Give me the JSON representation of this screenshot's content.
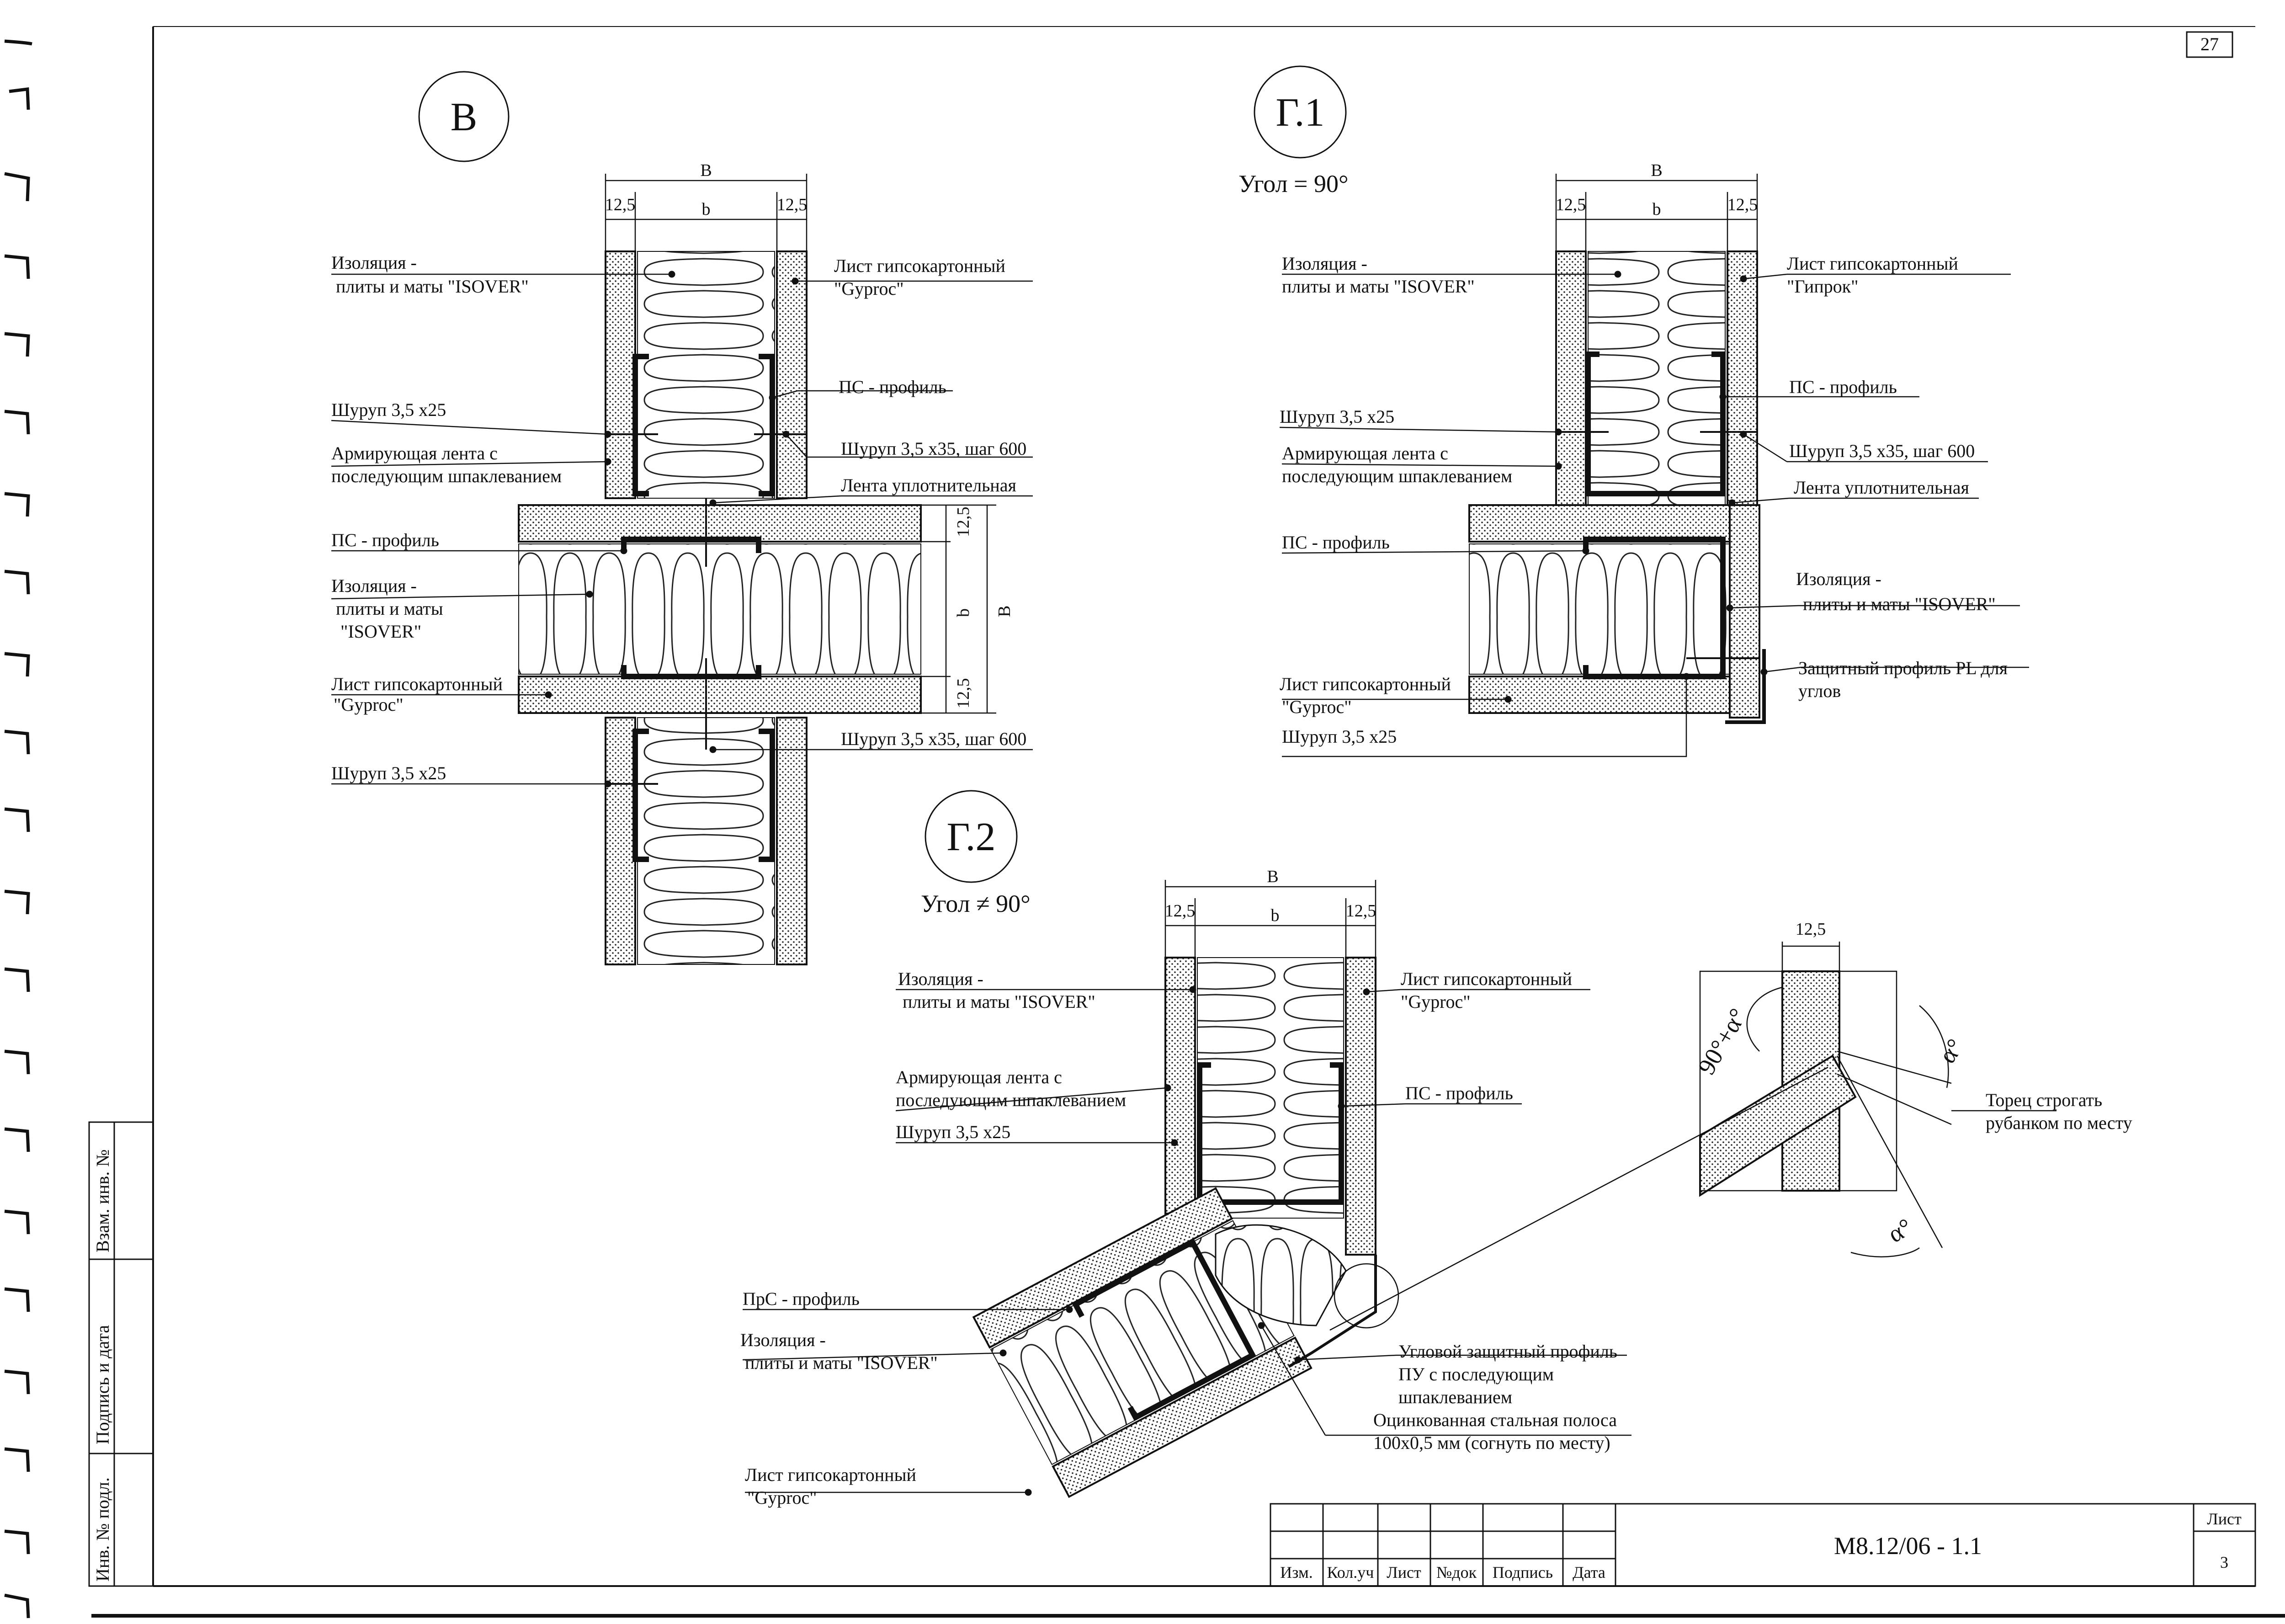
{
  "page_number": "27",
  "detail_b": {
    "mark": "В",
    "dims": {
      "total": "В",
      "left": "12,5",
      "middle": "b",
      "right": "12,5",
      "v_top": "12,5",
      "v_mid": "b",
      "v_total": "В",
      "v_bot": "12,5"
    },
    "labels": {
      "insulation_1": "Изоляция -",
      "insulation_2": "плиты и маты  \"ISOVER\"",
      "sheet_1": "Лист гипсокартонный",
      "sheet_2": "\"Gyproc\"",
      "screw_left": "Шуруп 3,5 х25",
      "tape_1": "Армирующая лента с",
      "tape_2": "последующим шпаклеванием",
      "ps_profile_right": "ПС - профиль",
      "screw_right": "Шуруп 3,5 х35, шаг 600",
      "seal_tape": "Лента уплотнительная",
      "ps_profile_left": "ПС - профиль",
      "ins_b_1": "Изоляция -",
      "ins_b_2": "плиты и маты",
      "ins_b_3": "\"ISOVER\"",
      "sheet_b_1": "Лист гипсокартонный",
      "sheet_b_2": "\"Gyproc\"",
      "screw_lower_right": "Шуруп 3,5 х35, шаг 600",
      "screw_lower_left": "Шуруп 3,5 х25"
    }
  },
  "detail_g1": {
    "mark": "Г.1",
    "angle": "Угол = 90°",
    "dims": {
      "total": "В",
      "left": "12,5",
      "middle": "b",
      "right": "12,5"
    },
    "labels": {
      "insulation_1": "Изоляция -",
      "insulation_2": "плиты и маты  \"ISOVER\"",
      "sheet_1": "Лист гипсокартонный",
      "sheet_2": "\"Гипрок\"",
      "ps_profile_right": "ПС - профиль",
      "screw_left": "Шуруп 3,5 х25",
      "screw_right": "Шуруп 3,5 х35, шаг 600",
      "tape_1": "Армирующая лента с",
      "tape_2": "последующим шпаклеванием",
      "seal_tape": "Лента уплотнительная",
      "ps_profile_left": "ПС - профиль",
      "ins_r_1": "Изоляция -",
      "ins_r_2": "плиты и маты  \"ISOVER\"",
      "corner_1": "Защитный профиль PL для",
      "corner_2": "углов",
      "sheet_b_1": "Лист гипсокартонный",
      "sheet_b_2": "\"Gyproc\"",
      "screw_bottom": "Шуруп 3,5 х25"
    }
  },
  "detail_g2": {
    "mark": "Г.2",
    "angle": "Угол ≠ 90°",
    "dims": {
      "total": "В",
      "left": "12,5",
      "middle": "b",
      "right": "12,5",
      "aux": "12,5"
    },
    "labels": {
      "insulation_1": "Изоляция -",
      "insulation_2": "плиты и маты  \"ISOVER\"",
      "sheet_1": "Лист гипсокартонный",
      "sheet_2": "\"Gyproc\"",
      "tape_1": "Армирующая лента с",
      "tape_2": "последующим шпаклеванием",
      "screw_left": "Шуруп 3,5 х25",
      "ps_profile_right": "ПС - профиль",
      "prs_profile": "ПрС - профиль",
      "ins_l_1": "Изоляция -",
      "ins_l_2": "плиты и маты  \"ISOVER\"",
      "corner_1": "Угловой защитный профиль",
      "corner_2": "ПУ с последующим",
      "corner_3": "шпаклеванием",
      "strip_1": "Оцинкованная стальная полоса",
      "strip_2": "100х0,5 мм (согнуть по месту)",
      "sheet_b_1": "Лист гипсокартонный",
      "sheet_b_2": "\"Gyproc\"",
      "angle_a": "90°+α°",
      "alpha_1": "α°",
      "alpha_2": "α°",
      "plane_1": "Торец строгать",
      "plane_2": "рубанком по месту"
    }
  },
  "side_stamp": [
    "Инв. № подл.",
    "Подпись и дата",
    "Взам. инв. №"
  ],
  "title_block": {
    "headers": [
      "Изм.",
      "Кол.уч",
      "Лист",
      "№док",
      "Подпись",
      "Дата"
    ],
    "code": "М8.12/06 - 1.1",
    "sheet_label": "Лист",
    "sheet_number": "3"
  }
}
